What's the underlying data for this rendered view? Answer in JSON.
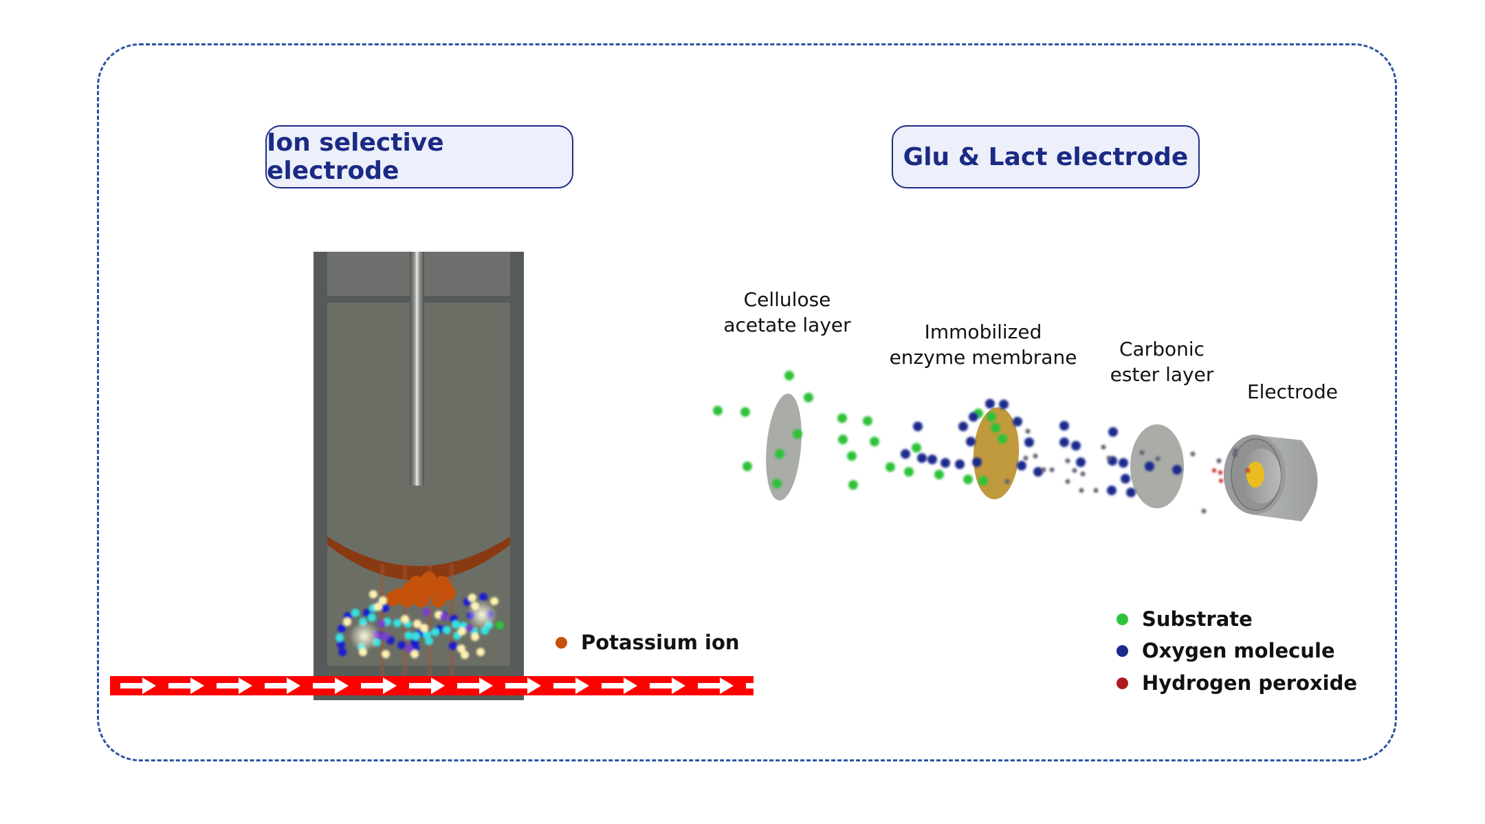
{
  "panels": {
    "ion_selective": {
      "title": "Ion selective electrode",
      "legend": [
        {
          "label": "Potassium ion",
          "color": "#c4520c",
          "icon": "potassium-ion-dot"
        }
      ]
    },
    "glu_lact": {
      "title": "Glu & Lact electrode",
      "layers": [
        {
          "line1": "Cellulose",
          "line2": "acetate layer"
        },
        {
          "line1": "Immobilized",
          "line2": "enzyme membrane"
        },
        {
          "line1": "Carbonic",
          "line2": "ester layer"
        },
        {
          "line1": "Electrode",
          "line2": ""
        }
      ],
      "legend": [
        {
          "label": "Substrate",
          "color": "#2ec23a",
          "icon": "substrate-dot"
        },
        {
          "label": "Oxygen molecule",
          "color": "#1c2a8c",
          "icon": "oxygen-dot"
        },
        {
          "label": "Hydrogen peroxide",
          "color": "#b01c1c",
          "icon": "hydrogen-peroxide-dot"
        }
      ]
    }
  },
  "colors": {
    "frame_border": "#2b52a0",
    "title_text": "#1b2a84",
    "title_bg": "#edf0fa",
    "flow_band": "#ff0000",
    "flow_arrow": "#ffffff",
    "housing": "#565a5a",
    "chamber": "#6b6e65",
    "membrane": "#8a3a12",
    "enzyme_membrane": "#c09a3c",
    "layer_gray": "#a9aca7"
  }
}
